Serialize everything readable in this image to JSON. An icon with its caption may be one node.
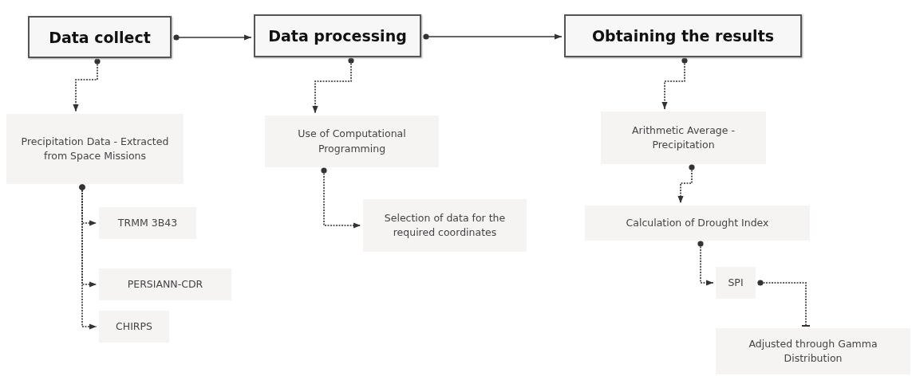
{
  "diagram": {
    "nodes": [
      {
        "text": [
          "Data collect"
        ]
      },
      {
        "text": [
          "Data processing"
        ]
      },
      {
        "text": [
          "Obtaining the results"
        ]
      },
      {
        "text": [
          "Precipitation Data - Extracted from Space Missions"
        ]
      },
      {
        "text": [
          "TRMM 3B43"
        ]
      },
      {
        "text": [
          "PERSIANN-CDR"
        ]
      },
      {
        "text": [
          "CHIRPS"
        ]
      },
      {
        "text": [
          "Use of Computational Programming"
        ]
      },
      {
        "text": [
          "Selection of data for the required coordinates"
        ]
      },
      {
        "text": [
          "Arithmetic Average - Precipitation"
        ]
      },
      {
        "text": [
          "Calculation of Drought Index"
        ]
      },
      {
        "text": [
          "SPI"
        ]
      },
      {
        "text": [
          "Adjusted through Gamma Distribution"
        ]
      }
    ],
    "edges": [
      {
        "from": 0,
        "to": 1,
        "arrow": "to"
      },
      {
        "from": 1,
        "to": 2,
        "arrow": "to"
      },
      {
        "from": 0,
        "to": 3,
        "arrow": "to",
        "style": "dashed"
      },
      {
        "from": 3,
        "to": 4,
        "arrow": "to",
        "style": "dashed"
      },
      {
        "from": 3,
        "to": 5,
        "arrow": "to",
        "style": "dashed"
      },
      {
        "from": 3,
        "to": 6,
        "arrow": "to",
        "style": "dashed"
      },
      {
        "from": 1,
        "to": 7,
        "arrow": "to",
        "style": "dashed"
      },
      {
        "from": 7,
        "to": 8,
        "arrow": "to",
        "style": "dashed"
      },
      {
        "from": 2,
        "to": 9,
        "arrow": "to",
        "style": "dashed"
      },
      {
        "from": 9,
        "to": 10,
        "arrow": "to",
        "style": "dashed"
      },
      {
        "from": 10,
        "to": 11,
        "arrow": "to",
        "style": "dashed"
      },
      {
        "from": 11,
        "to": 12,
        "arrow": "other",
        "style": "dashed"
      }
    ]
  }
}
